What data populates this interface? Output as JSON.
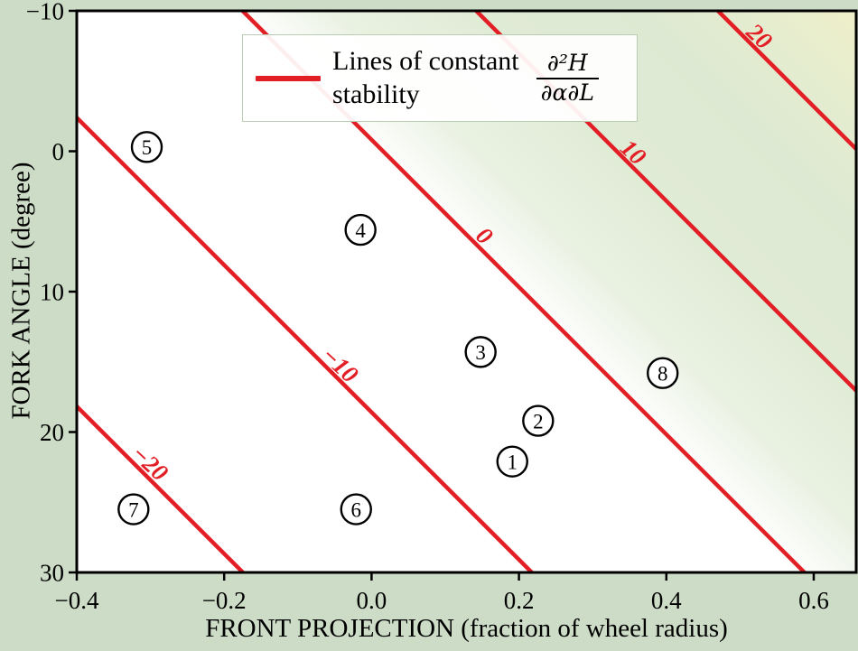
{
  "figure": {
    "background_color": "#cddcc6",
    "legend": {
      "line1": "Lines of constant",
      "line2": "stability",
      "frac_num": "∂²H",
      "frac_den": "∂α∂L",
      "line_color": "#e31f26"
    }
  },
  "chart_data": {
    "type": "contour-scatter",
    "title": "",
    "xlabel": "FRONT PROJECTION (fraction of wheel radius)",
    "ylabel": "FORK ANGLE (degree)",
    "xlim": [
      -0.4,
      0.6576
    ],
    "ylim": [
      -10,
      30
    ],
    "y_axis_inverted": true,
    "grid": false,
    "x_ticks": [
      -0.4,
      -0.2,
      0.0,
      0.2,
      0.4,
      0.6
    ],
    "x_tick_labels": [
      "−0.4",
      "−0.2",
      "0.0",
      "0.2",
      "0.4",
      "0.6"
    ],
    "y_ticks": [
      -10,
      0,
      10,
      20,
      30
    ],
    "y_tick_labels": [
      "−10",
      "0",
      "10",
      "20",
      "30"
    ],
    "contours": {
      "color": "#e31f26",
      "slope_x_per_degree": 0.01906,
      "lines": [
        {
          "level": -20,
          "label": "−20",
          "x_at_top": -0.937,
          "label_x": -0.296,
          "label_y": 23.6
        },
        {
          "level": -10,
          "label": "−10",
          "x_at_top": -0.545,
          "label_x": -0.038,
          "label_y": 16.6
        },
        {
          "level": 0,
          "label": "0",
          "x_at_top": -0.175,
          "label_x": 0.158,
          "label_y": 7.4
        },
        {
          "level": 10,
          "label": "10",
          "x_at_top": 0.142,
          "label_x": 0.36,
          "label_y": 1.45
        },
        {
          "level": 20,
          "label": "20",
          "x_at_top": 0.47,
          "label_x": 0.531,
          "label_y": -6.8
        }
      ]
    },
    "points": [
      {
        "label": "1",
        "x": 0.191,
        "y": 22.1
      },
      {
        "label": "2",
        "x": 0.226,
        "y": 19.2
      },
      {
        "label": "3",
        "x": 0.148,
        "y": 14.3
      },
      {
        "label": "4",
        "x": -0.015,
        "y": 5.6
      },
      {
        "label": "5",
        "x": -0.305,
        "y": -0.3
      },
      {
        "label": "6",
        "x": -0.021,
        "y": 25.5
      },
      {
        "label": "7",
        "x": -0.323,
        "y": 25.5
      },
      {
        "label": "8",
        "x": 0.395,
        "y": 15.8
      }
    ],
    "background_gradient": {
      "direction": "bottom-left to top-right",
      "stops": [
        {
          "offset": 0.0,
          "color": "#ffffff"
        },
        {
          "offset": 0.46,
          "color": "#ffffff"
        },
        {
          "offset": 0.53,
          "color": "#e9f1e1"
        },
        {
          "offset": 0.62,
          "color": "#e0ebd6"
        },
        {
          "offset": 0.72,
          "color": "#dde9d2"
        },
        {
          "offset": 0.8,
          "color": "#e6edcf"
        },
        {
          "offset": 0.88,
          "color": "#f2f0c6"
        },
        {
          "offset": 1.0,
          "color": "#f9f3bc"
        }
      ]
    }
  }
}
